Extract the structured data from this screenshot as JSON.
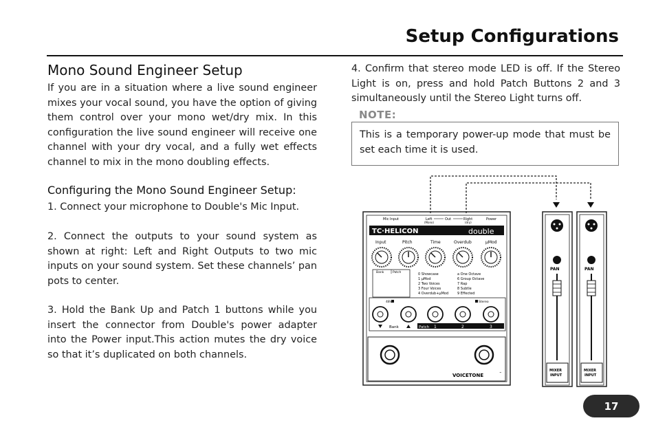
{
  "header": {
    "title": "Setup Configurations"
  },
  "left": {
    "heading": "Mono Sound Engineer Setup",
    "intro": "If you are in a situation where a live sound engineer mixes your vocal sound, you have the option of giving them control over your mono wet/dry mix. In this configuration the live sound engineer will receive one channel with your dry vocal, and a fully wet effects channel to mix in the mono doubling effects.",
    "subheading": "Configuring the Mono Sound Engineer Setup:",
    "steps": [
      "1.   Connect your microphone to Double's Mic Input.",
      "2.   Connect the outputs to your sound system as shown at right: Left  and Right Outputs to two mic inputs on your sound system. Set these channels’ pan pots to center.",
      "3.   Hold the Bank Up and Patch 1 buttons while you insert the connector from Double's power adapter into the Power input.This action mutes the dry voice so that it’s duplicated on both channels."
    ]
  },
  "right": {
    "step4": "4.   Confirm that stereo mode LED is off. If the Stereo Light is on, press and hold Patch Buttons 2 and 3 simultaneously until the Stereo Light turns off.",
    "note_label": "NOTE:",
    "note_text": "This is a temporary power-up mode that must be set each time it is used."
  },
  "device": {
    "top_labels": {
      "mic_input": "Mic Input",
      "left": "Left",
      "mono": "(Mono)",
      "out": "Out",
      "right": "Right",
      "dry": "(dry)",
      "power": "Power"
    },
    "brand": "TC·HELICON",
    "model": "double",
    "knobs": [
      "Input",
      "Pitch",
      "Time",
      "Overdub",
      "μMod"
    ],
    "bank_label": "Bank",
    "patch_label": "Patch",
    "presets_left": [
      "0  Showcase",
      "1  μMod",
      "2  Two Voices",
      "3  Four Voices",
      "4  Overdub+μMod"
    ],
    "presets_right": [
      "a  One Octave",
      "6  Group Octave",
      "7  Rap",
      "8  Subtle",
      "9  Effected"
    ],
    "led_48v": "48V",
    "led_stereo": "Stereo",
    "bottom_bank": "Bank",
    "bottom_patch": "Patch",
    "patch_nums": [
      "1",
      "2",
      "3"
    ],
    "voicetone": "VOICETONE",
    "tm": "™"
  },
  "mixer": {
    "channels": [
      {
        "pan": "PAN",
        "input_line1": "MIXER",
        "input_line2": "INPUT"
      },
      {
        "pan": "PAN",
        "input_line1": "MIXER",
        "input_line2": "INPUT"
      }
    ]
  },
  "footer": {
    "page_number": "17"
  }
}
